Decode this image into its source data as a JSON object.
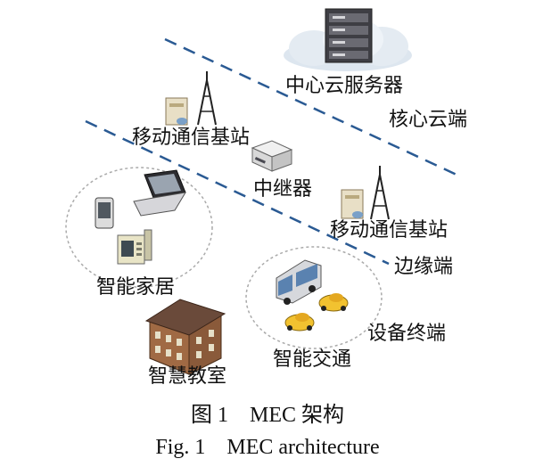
{
  "labels": {
    "cloud_server": "中心云服务器",
    "core_cloud": "核心云端",
    "base_station_left": "移动通信基站",
    "relay": "中继器",
    "base_station_right": "移动通信基站",
    "edge": "边缘端",
    "smart_home": "智能家居",
    "device_end": "设备终端",
    "smart_transport": "智能交通",
    "smart_classroom": "智慧教室"
  },
  "caption": {
    "cn": "图 1    MEC 架构",
    "en": "Fig. 1    MEC architecture"
  },
  "colors": {
    "dashed_line": "#2a5a93",
    "circle": "#aaaaaa",
    "cloud": "#dde6ef",
    "building": "#8a5a3a",
    "car": "#f2c230"
  },
  "icons": [
    "cloud-server-icon",
    "base-station-icon",
    "relay-icon",
    "laptop-icon",
    "phone-icon",
    "device-icon",
    "bus-icon",
    "car-icon",
    "building-icon"
  ]
}
